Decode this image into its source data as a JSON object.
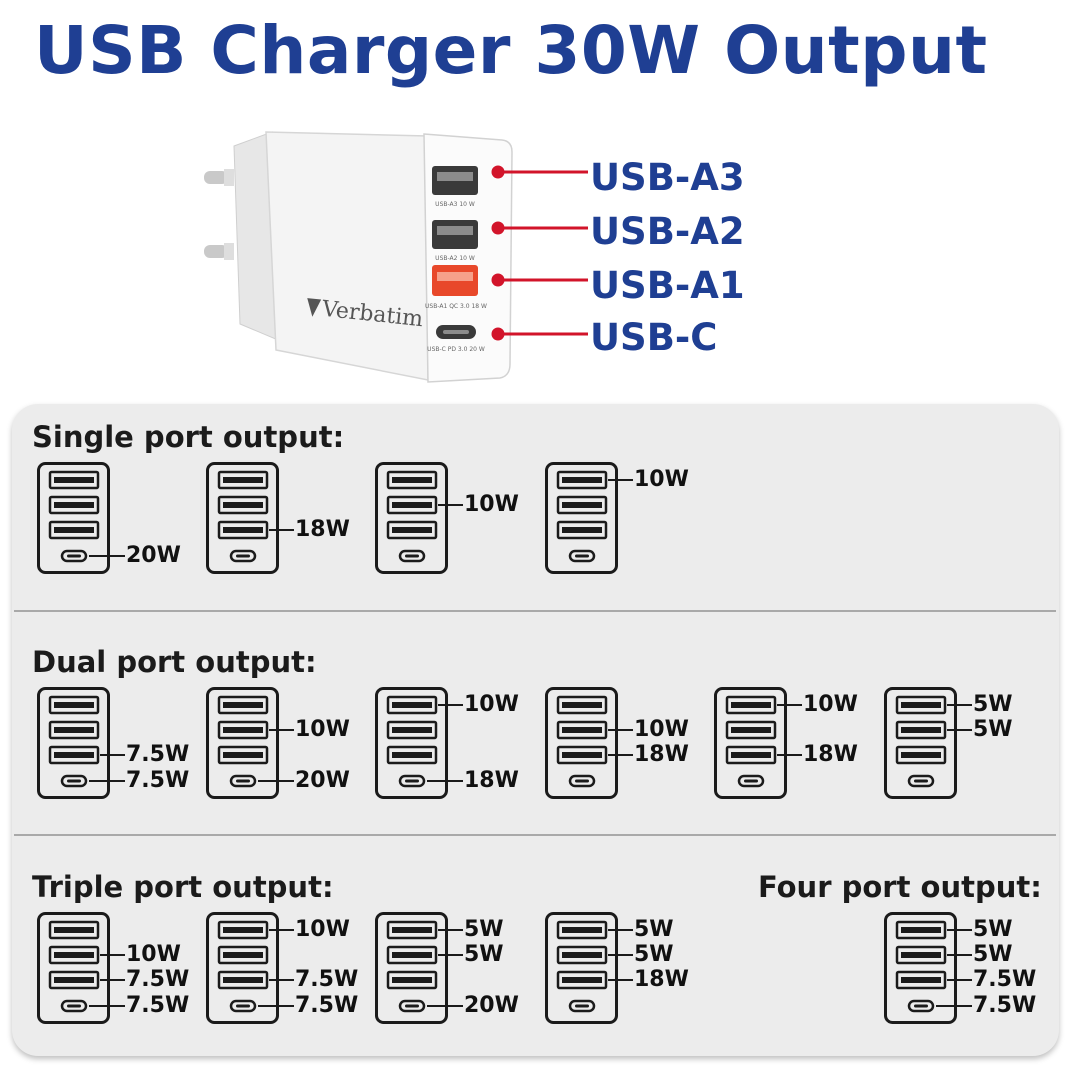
{
  "title": "USB Charger 30W Output",
  "brand": "Verbatim",
  "ports": [
    {
      "label": "USB-A3",
      "printed": "USB-A3 10 W"
    },
    {
      "label": "USB-A2",
      "printed": "USB-A2 10 W"
    },
    {
      "label": "USB-A1",
      "printed": "USB-A1 QC 3.0 18 W"
    },
    {
      "label": "USB-C",
      "printed": "USB-C PD 3.0 20 W"
    }
  ],
  "colors": {
    "title": "#1f3f93",
    "callout": "#d2142a",
    "quick_charge_port": "#e8482a",
    "panel": "#ececec"
  },
  "sections": [
    {
      "title": "Single port output:",
      "configs": [
        {
          "C": "20W"
        },
        {
          "A1": "18W"
        },
        {
          "A2": "10W"
        },
        {
          "A3": "10W"
        }
      ]
    },
    {
      "title": "Dual port output:",
      "configs": [
        {
          "A1": "7.5W",
          "C": "7.5W"
        },
        {
          "A2": "10W",
          "C": "20W"
        },
        {
          "A3": "10W",
          "C": "18W"
        },
        {
          "A2": "10W",
          "A1": "18W"
        },
        {
          "A3": "10W",
          "A1": "18W"
        },
        {
          "A3": "5W",
          "A2": "5W"
        }
      ]
    },
    {
      "title": "Triple port output:",
      "configs": [
        {
          "A2": "10W",
          "A1": "7.5W",
          "C": "7.5W"
        },
        {
          "A3": "10W",
          "A1": "7.5W",
          "C": "7.5W"
        },
        {
          "A3": "5W",
          "A2": "5W",
          "C": "20W"
        },
        {
          "A3": "5W",
          "A2": "5W",
          "A1": "18W"
        }
      ]
    },
    {
      "title": "Four port output:",
      "configs": [
        {
          "A3": "5W",
          "A2": "5W",
          "A1": "7.5W",
          "C": "7.5W"
        }
      ]
    }
  ]
}
